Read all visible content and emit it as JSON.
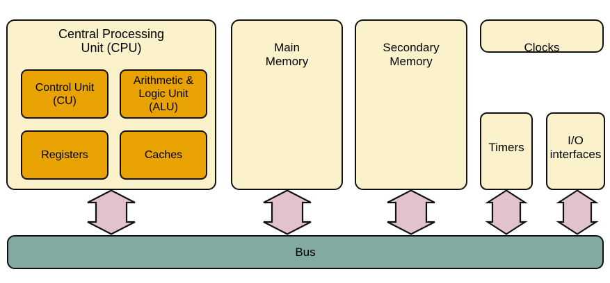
{
  "diagram": {
    "cpu": {
      "title": "Central Processing\nUnit (CPU)",
      "control_unit": "Control Unit\n(CU)",
      "alu": "Arithmetic &\nLogic Unit\n(ALU)",
      "registers": "Registers",
      "caches": "Caches"
    },
    "main_memory": "Main\nMemory",
    "secondary_memory": "Secondary\nMemory",
    "clocks": "Clocks",
    "timers": "Timers",
    "io_interfaces": "I/O\ninterfaces",
    "bus": "Bus",
    "connections": [
      {
        "from": "Central Processing Unit (CPU)",
        "to": "Bus",
        "type": "bidirectional-arrow"
      },
      {
        "from": "Main Memory",
        "to": "Bus",
        "type": "bidirectional-arrow"
      },
      {
        "from": "Secondary Memory",
        "to": "Bus",
        "type": "bidirectional-arrow"
      },
      {
        "from": "Timers",
        "to": "Bus",
        "type": "bidirectional-arrow"
      },
      {
        "from": "I/O interfaces",
        "to": "Bus",
        "type": "bidirectional-arrow"
      }
    ],
    "colors": {
      "box_fill": "#FBF2CC",
      "unit_fill": "#E8A202",
      "bus_fill": "#82AAA2",
      "arrow_fill": "#E2C2CF",
      "outline": "#101010"
    }
  }
}
